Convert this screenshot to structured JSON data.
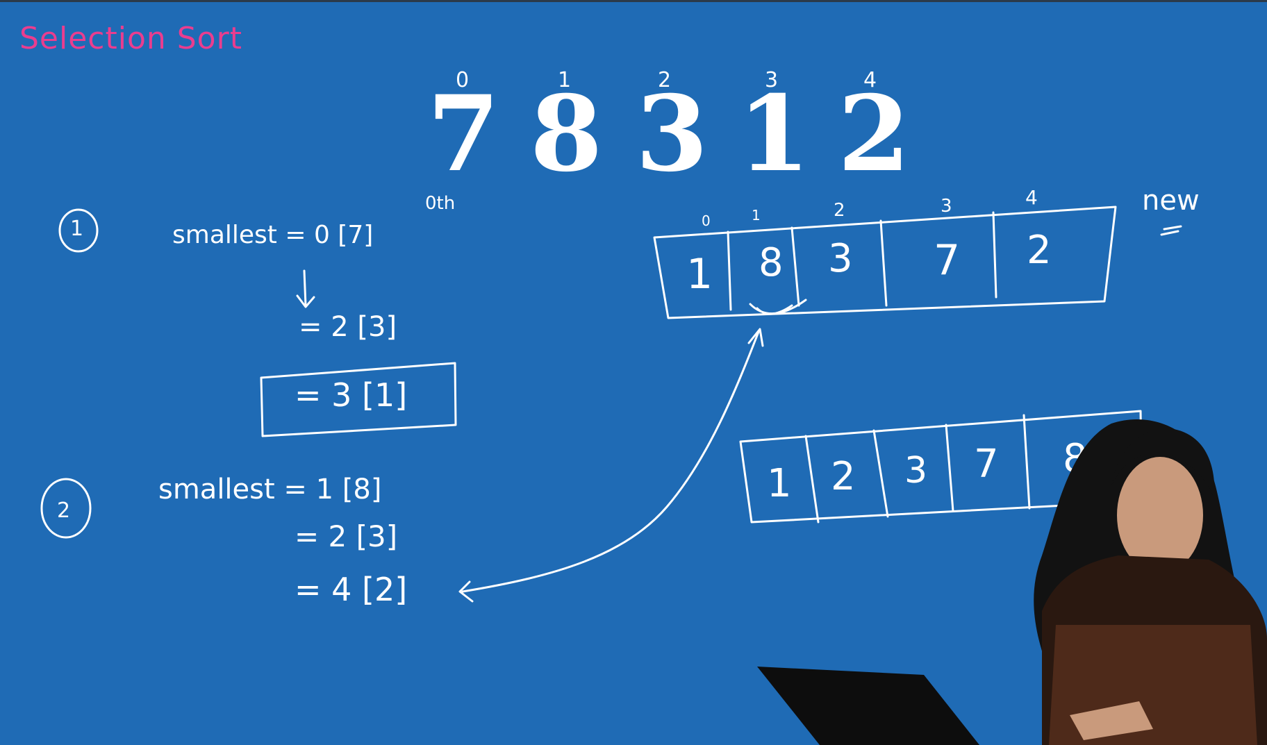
{
  "title": "Selection Sort",
  "array": {
    "indices": [
      "0",
      "1",
      "2",
      "3",
      "4"
    ],
    "values": [
      "7",
      "8",
      "3",
      "1",
      "2"
    ],
    "annotation": "0th"
  },
  "pass1": {
    "marker": "1",
    "line1": "smallest = 0 [7]",
    "line2": "= 2 [3]",
    "line3": "= 3 [1]"
  },
  "pass2": {
    "marker": "2",
    "line1": "smallest = 1 [8]",
    "line2": "= 2 [3]",
    "line3": "= 4 [2]"
  },
  "new_array": {
    "label": "new",
    "indices": [
      "0",
      "1",
      "2",
      "3",
      "4"
    ],
    "values": [
      "1",
      "8",
      "3",
      "7",
      "2"
    ]
  },
  "sorted_array": {
    "values": [
      "1",
      "2",
      "3",
      "7",
      "8"
    ]
  },
  "colors": {
    "background": "#1f6bb5",
    "title": "#ea3d8f",
    "ink": "#ffffff"
  }
}
